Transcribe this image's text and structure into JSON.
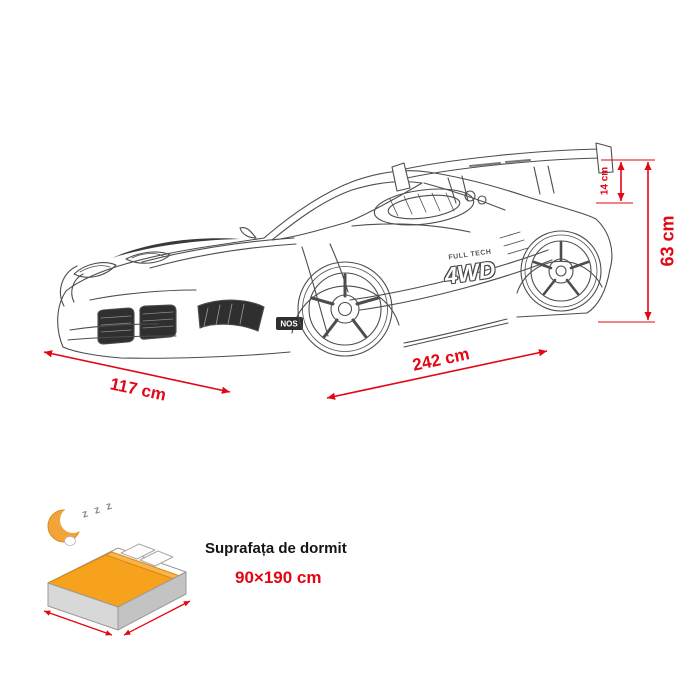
{
  "colors": {
    "dimension_red": "#e30613",
    "mattress_orange": "#f6a21d",
    "line_art_gray": "#4d4d4d"
  },
  "car": {
    "side_badge_top": "FULL TECH",
    "side_badge": "4WD",
    "front_badge": "NOS"
  },
  "dimensions": {
    "spoiler_height": {
      "label": "14 cm"
    },
    "total_height": {
      "label": "63 cm"
    },
    "length": {
      "label": "242 cm"
    },
    "width": {
      "label": "117 cm"
    }
  },
  "sleeping_area": {
    "icon": "sleeping-moon-bed-icon",
    "zzz": "z z z",
    "label": "Suprafața de dormit",
    "value": "90×190 cm"
  }
}
